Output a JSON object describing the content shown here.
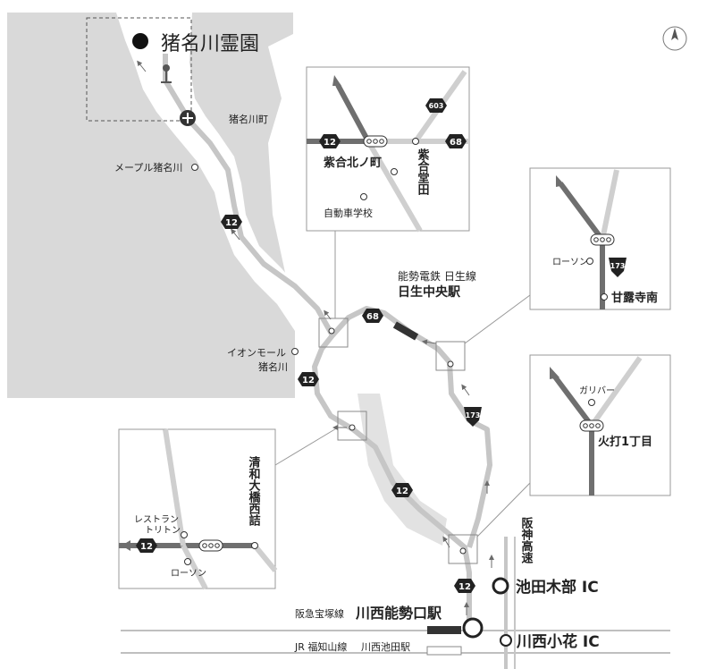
{
  "title": "猪名川霊園",
  "compass": {
    "icon": "compass-north-icon"
  },
  "route_badges": {
    "r12": "12",
    "r68": "68",
    "r173": "173",
    "r603": "603"
  },
  "places": {
    "inagawa_town": "猪名川町",
    "maple_inagawa": "メープル猪名川",
    "aeon_mall_1": "イオンモール",
    "aeon_mall_2": "猪名川",
    "nose_line": "能勢電鉄 日生線",
    "nissei_station": "日生中央駅",
    "hankyu_line": "阪急宝塚線",
    "kawanishi_nose_station": "川西能勢口駅",
    "jr_line": "JR 福知山線",
    "kawanishi_ikeda_station": "川西池田駅",
    "hanshin_expwy": "阪神高速",
    "ikeda_kibe_ic": "池田木部 IC",
    "kawanishi_obana_ic": "川西小花 IC"
  },
  "inset_shigo": {
    "intersection": "紫合北ノ町",
    "road_vertical": "紫合堂田",
    "school": "自動車学校"
  },
  "inset_kanro": {
    "intersection": "甘露寺南",
    "store": "ローソン"
  },
  "inset_hiuchi": {
    "intersection": "火打1丁目",
    "store": "ガリバー"
  },
  "inset_seiwa": {
    "intersection": "清和大橋西詰",
    "restaurant_1": "レストラン",
    "restaurant_2": "トリトン",
    "store": "ローソン"
  },
  "colors": {
    "area_fill": "#d9d9d9",
    "road": "#bdbdbd",
    "badge": "#222222",
    "route_arrow": "#707070"
  }
}
